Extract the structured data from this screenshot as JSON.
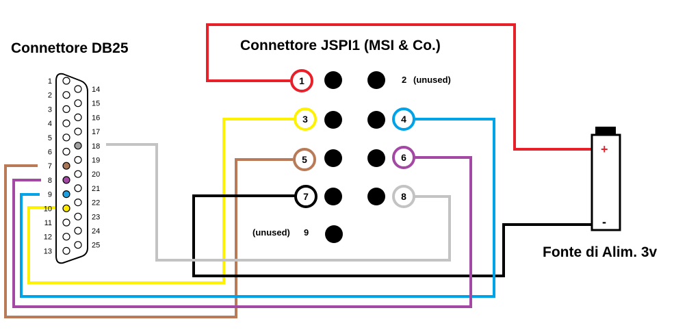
{
  "db25": {
    "title": "Connettore DB25",
    "top_row": [
      "1",
      "2",
      "3",
      "4",
      "5",
      "6",
      "7",
      "8",
      "9",
      "10",
      "11",
      "12",
      "13"
    ],
    "bottom_row": [
      "14",
      "15",
      "16",
      "17",
      "18",
      "19",
      "20",
      "21",
      "22",
      "23",
      "24",
      "25"
    ],
    "highlighted_pins": {
      "7": "#a87756",
      "8": "#a349a4",
      "9": "#1ea0e0",
      "10": "#ffea00",
      "18": "#a0a0a0"
    }
  },
  "jspi1": {
    "title": "Connettore JSPI1 (MSI & Co.)",
    "pins": {
      "p1": "1",
      "p2": "2",
      "p2_note": "(unused)",
      "p3": "3",
      "p4": "4",
      "p5": "5",
      "p6": "6",
      "p7": "7",
      "p8": "8",
      "p9": "9",
      "p9_note": "(unused)"
    }
  },
  "power": {
    "title": "Fonte di Alim. 3v",
    "plus": "+",
    "minus": "-"
  },
  "colors": {
    "red": "#e8202a",
    "yellow": "#fff200",
    "brown": "#b97a57",
    "black": "#000000",
    "blue": "#00a2e8",
    "purple": "#a349a4",
    "gray": "#c3c3c3"
  }
}
